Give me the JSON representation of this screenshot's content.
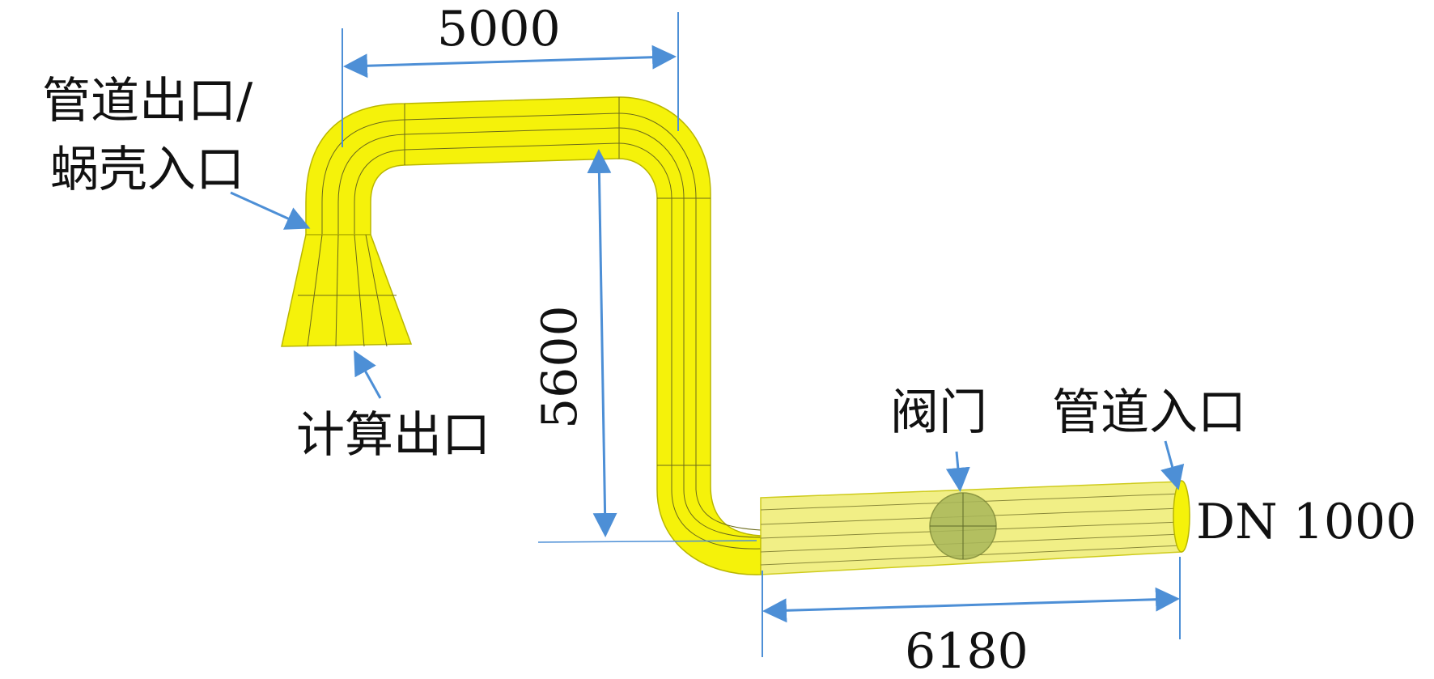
{
  "labels": {
    "outlet_line1": "管道出口/",
    "outlet_line2": "蜗壳入口",
    "calc_outlet": "计算出口",
    "valve": "阀门",
    "pipe_inlet": "管道入口",
    "diameter": "DN 1000"
  },
  "dimensions": {
    "top_length": "5000",
    "vertical_length": "5600",
    "bottom_length": "6180"
  },
  "colors": {
    "pipe": "#f5f20a",
    "pipe_light": "#fbfb6e",
    "pipe_dark": "#c9c605",
    "transparent_pipe": "#f0ee7a",
    "valve": "#a9b75a",
    "arrow": "#4d8fd6",
    "mesh_line": "#555522"
  }
}
